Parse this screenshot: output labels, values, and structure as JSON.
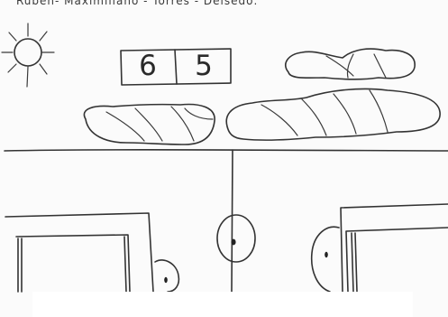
{
  "drawing": {
    "caption": "Ruben- Maximiliano - Torres - Delsedo:",
    "scoreboard": {
      "home_score": "6",
      "away_score": "5"
    },
    "ink_color": "#333333",
    "paper_color": "#fbfbfb"
  }
}
